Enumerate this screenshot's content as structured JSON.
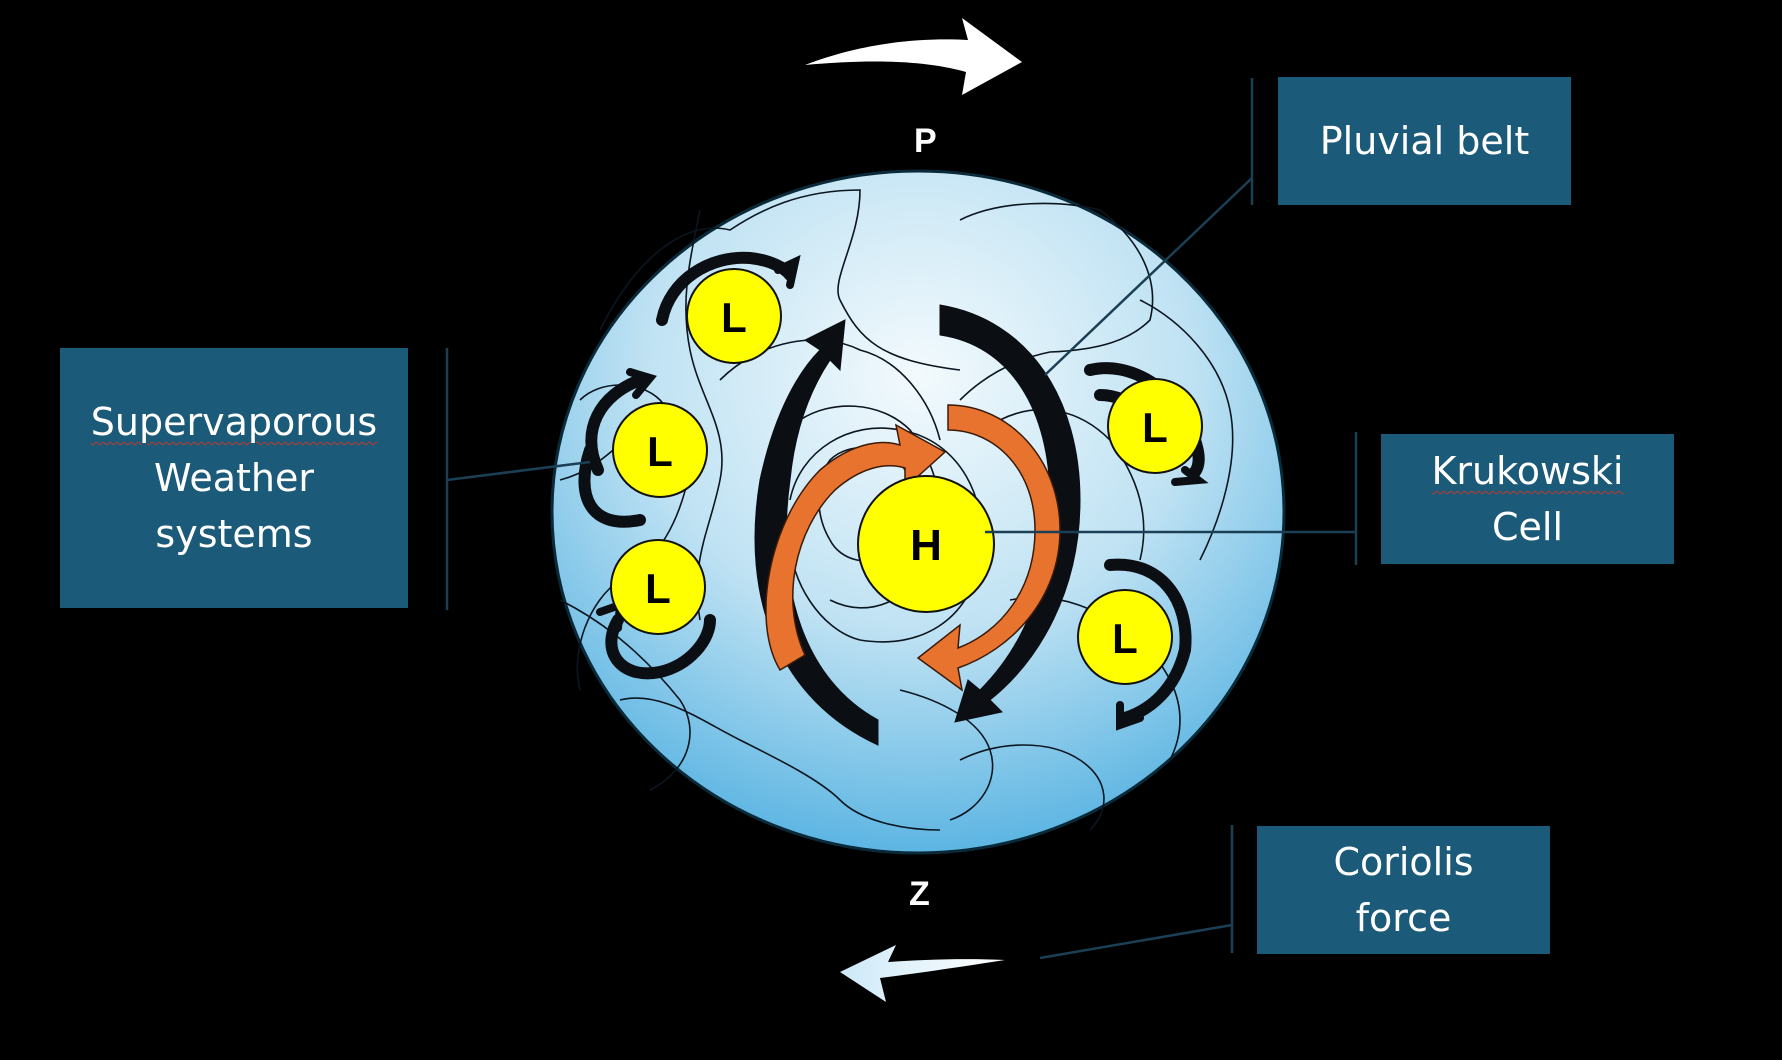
{
  "poles": {
    "top": "P",
    "bottom": "Z"
  },
  "centre_system": "H",
  "low_systems": [
    "L",
    "L",
    "L",
    "L",
    "L"
  ],
  "callouts": {
    "pluvial": "Pluvial belt",
    "supervaporous": {
      "line1": "Supervaporous",
      "line2": "Weather",
      "line3": "systems"
    },
    "krukowski": {
      "line1": "Krukowski",
      "line2": "Cell"
    },
    "coriolis": {
      "line1": "Coriolis",
      "line2": "force"
    }
  },
  "colors": {
    "background": "#000000",
    "callout_box": "#1b5a78",
    "planet_light": "#eef7fc",
    "planet_dark": "#5bb3df",
    "low_fill": "#ffff00",
    "cell_arrows": "#e8732f",
    "circulation_arrows": "#0b0f14"
  },
  "icons": [
    "clockwise-arrow-icon",
    "anticlockwise-arrow-icon",
    "curved-arrow-icon"
  ]
}
